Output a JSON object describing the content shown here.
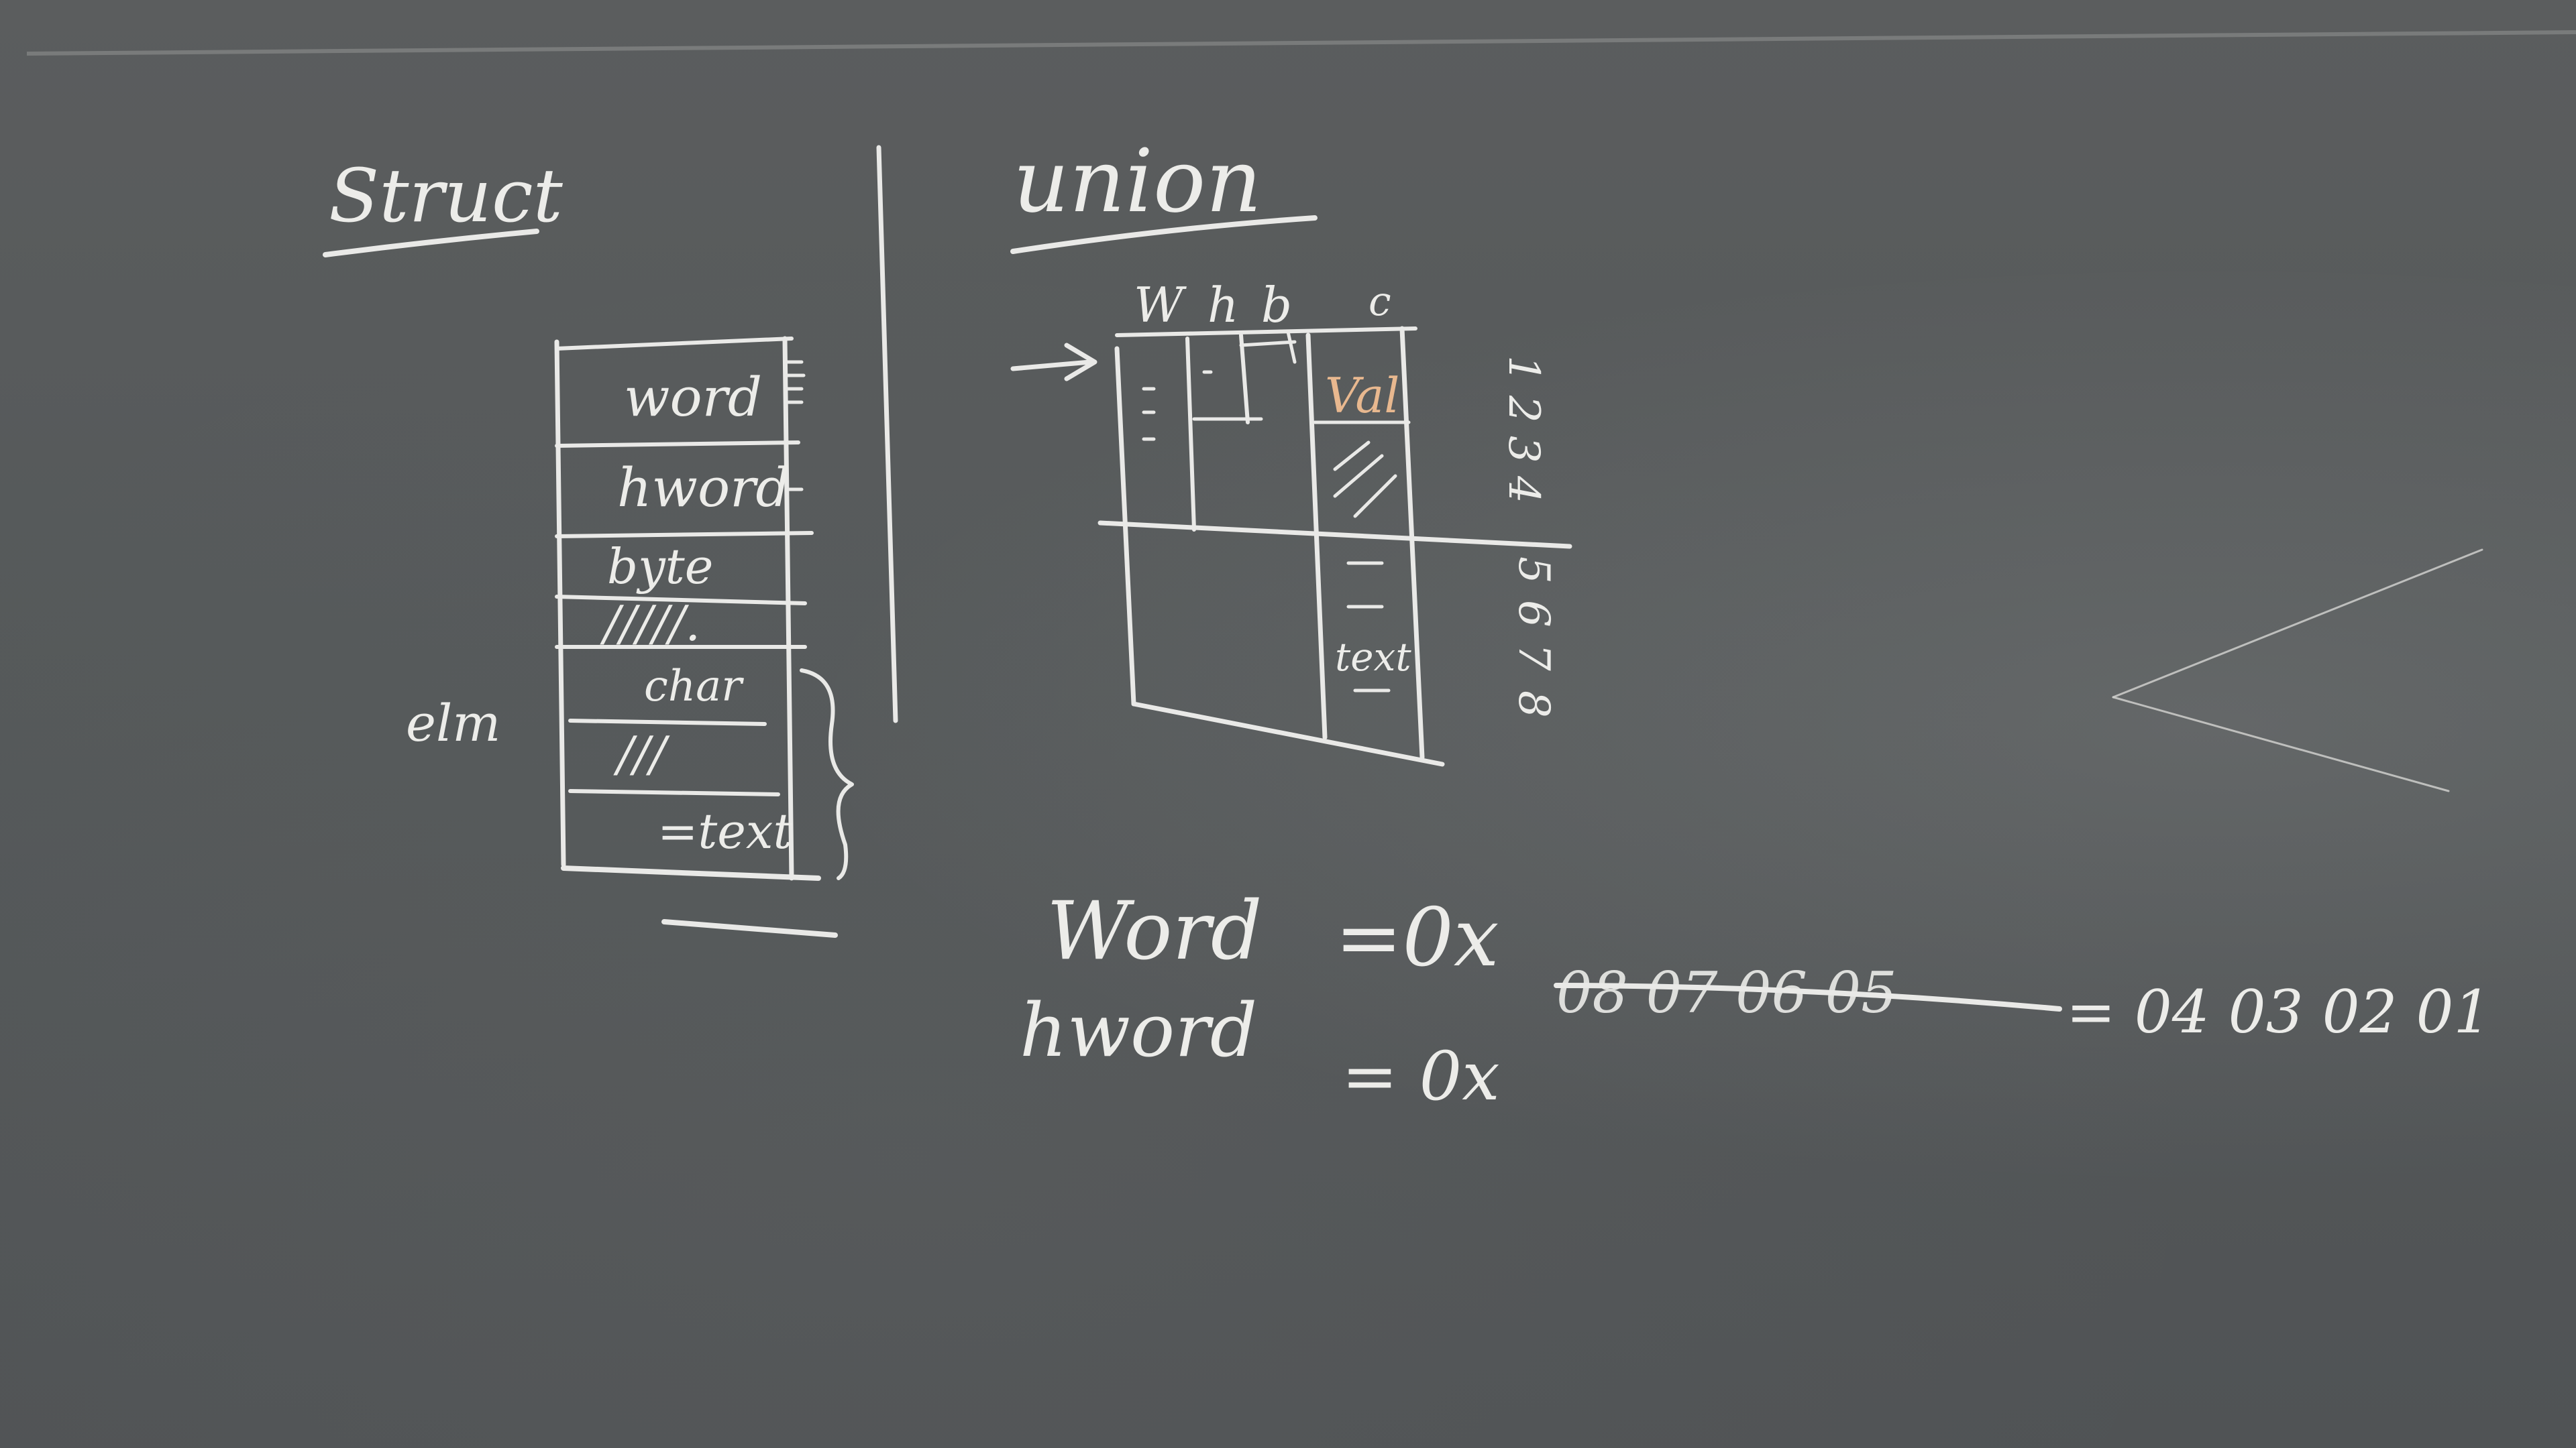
{
  "board": {
    "left_title": "Struct",
    "right_title": "union",
    "struct_fields": [
      "word",
      "hword",
      "byte",
      "/////.",
      "char",
      "///",
      "=text"
    ],
    "struct_side_label": "elm",
    "union_columns": [
      "W",
      "h",
      "b",
      "c"
    ],
    "union_cells": [
      "Val",
      "///",
      "—",
      "—",
      "text"
    ],
    "byte_index": [
      "1",
      "2",
      "3",
      "4",
      "5",
      "6",
      "7",
      "8"
    ],
    "eq_word_lhs": "Word",
    "eq_word_rhs": "=0x",
    "eq_word_struck": "08 07 06 05",
    "eq_word_value": "= 04 03 02 01",
    "eq_hword_lhs": "hword",
    "eq_hword_rhs": "= 0x"
  },
  "colors": {
    "chalk": "#e9e9e7",
    "chalk_orange": "#e8b88f",
    "board": "#55595a"
  }
}
